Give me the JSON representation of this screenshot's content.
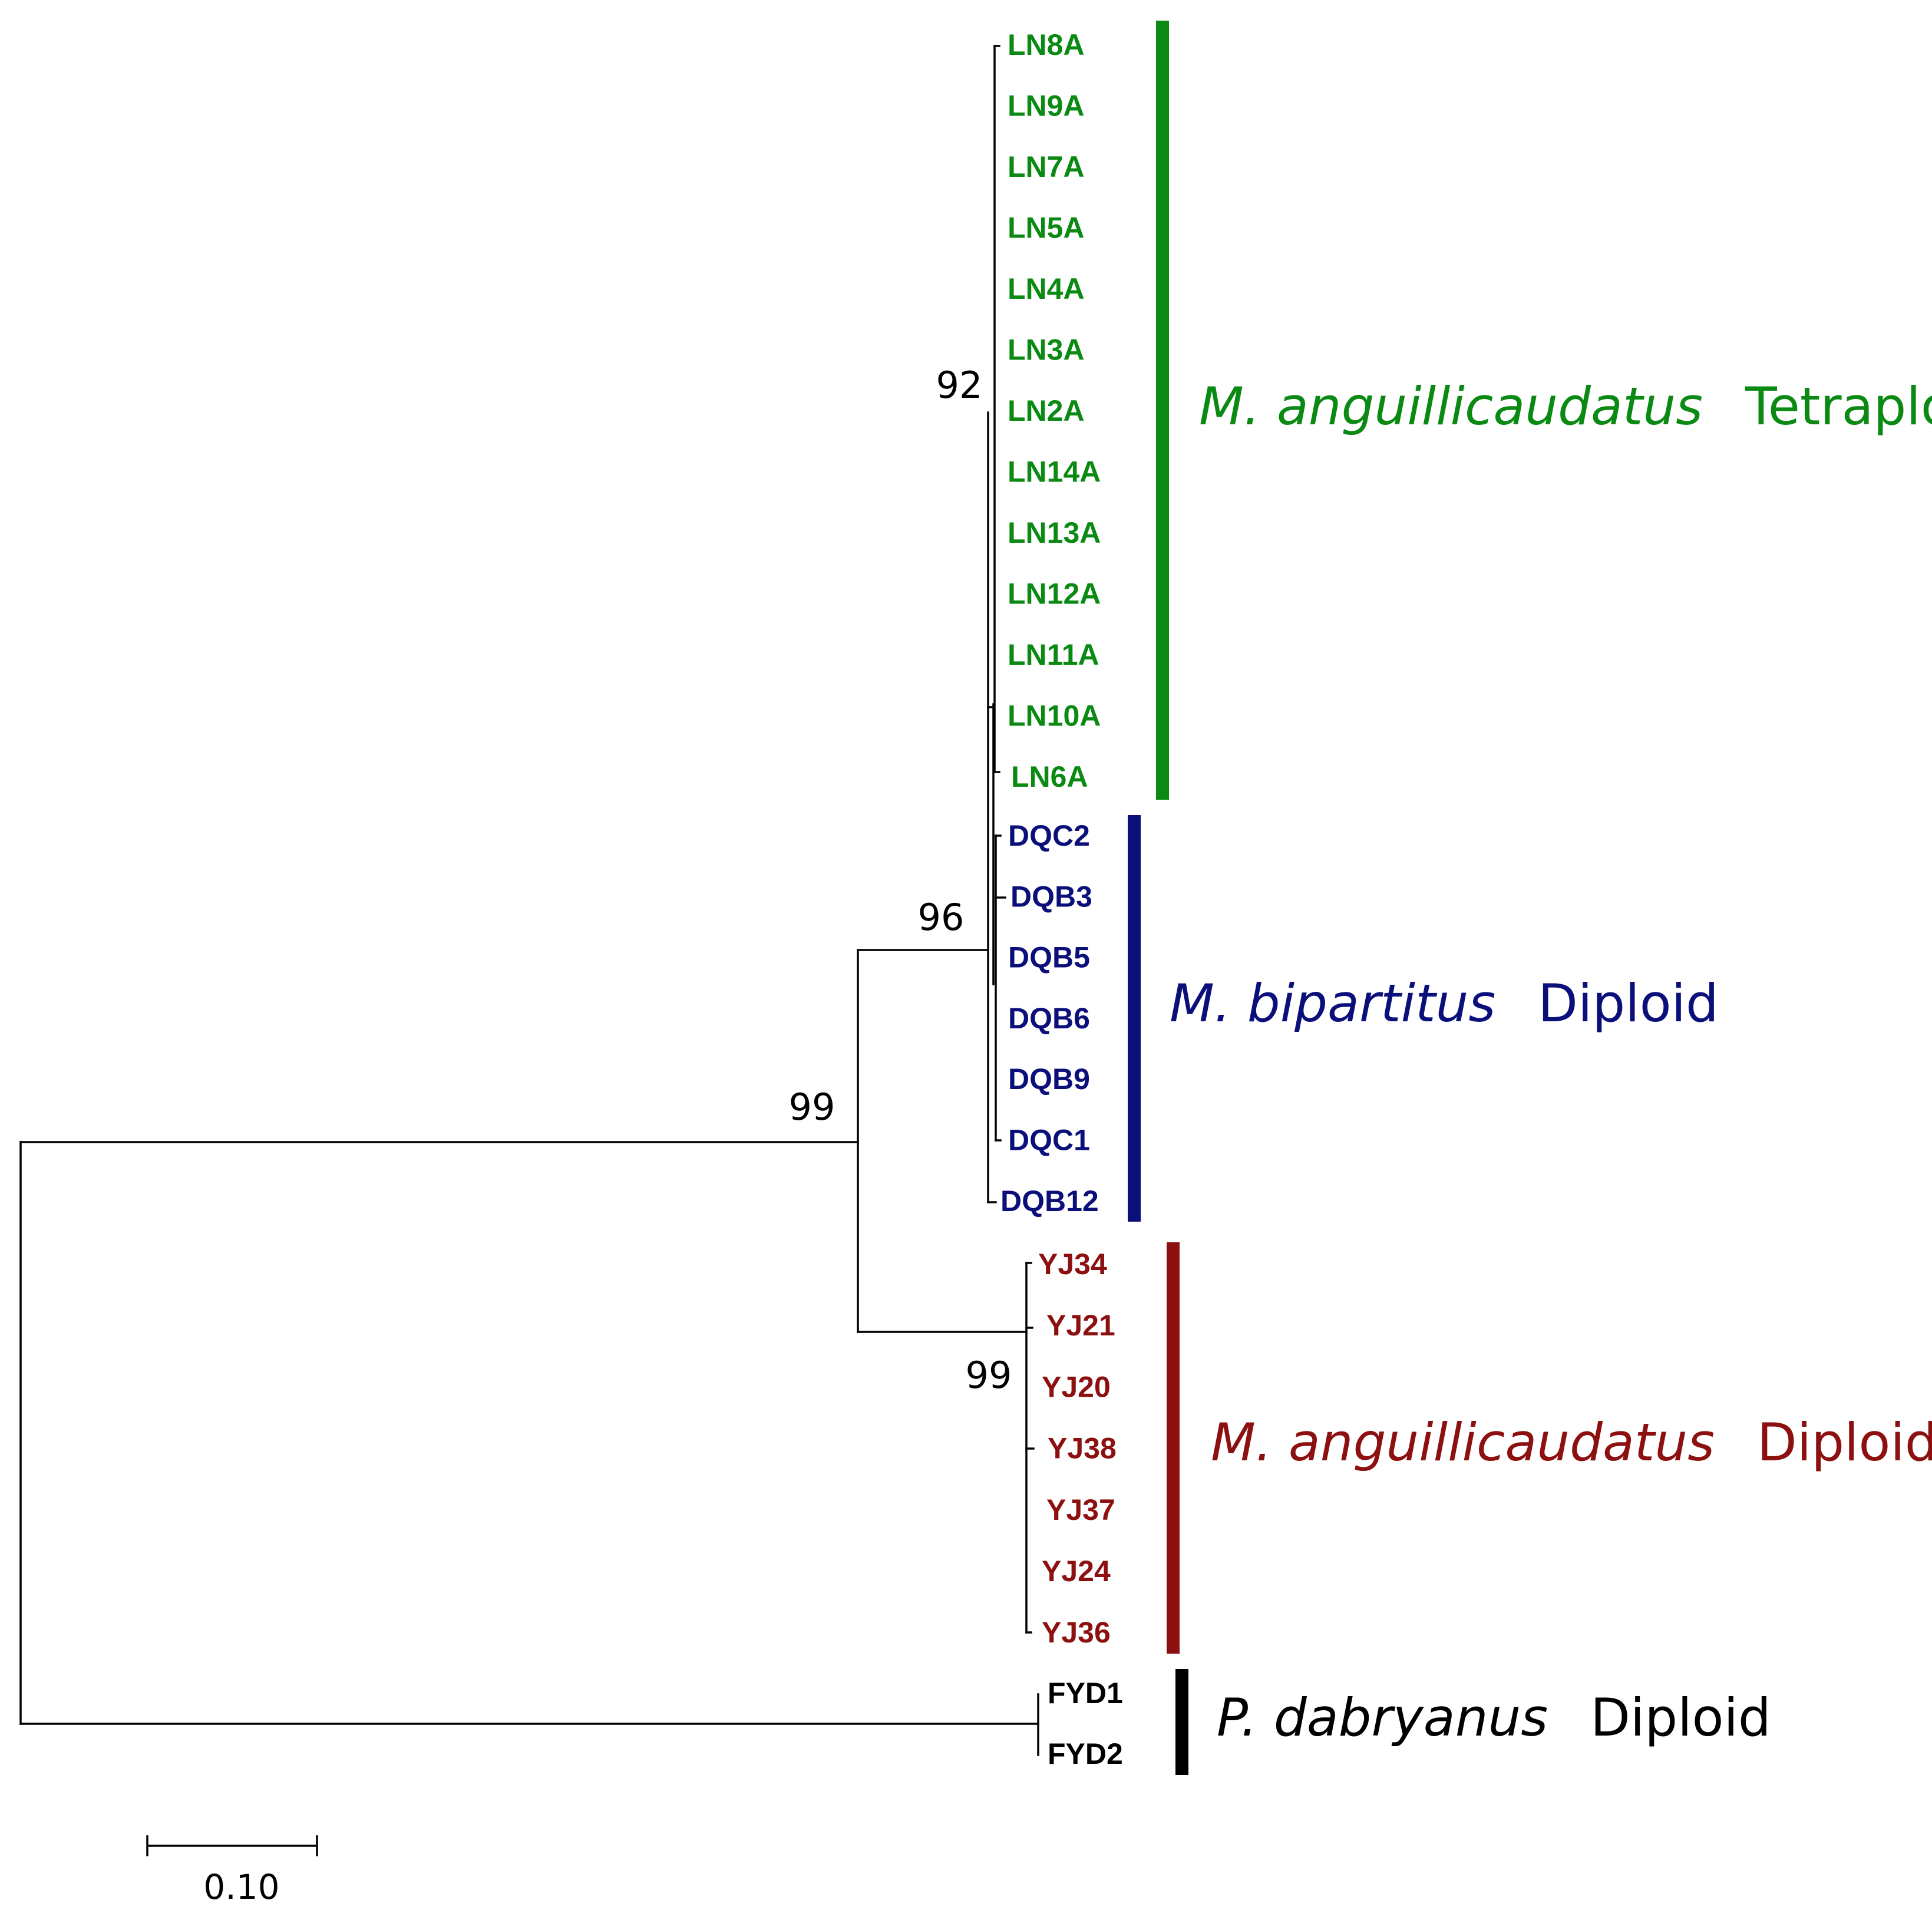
{
  "colors": {
    "tetraploid": "#0a8a12",
    "bipartitus": "#0b0f7a",
    "diploid_ang": "#8c1010",
    "outgroup": "#000000",
    "branch": "#000000"
  },
  "tips": {
    "tetraploid": [
      "LN8A",
      "LN9A",
      "LN7A",
      "LN5A",
      "LN4A",
      "LN3A",
      "LN2A",
      "LN14A",
      "LN13A",
      "LN12A",
      "LN11A",
      "LN10A",
      "LN6A"
    ],
    "bipartitus": [
      "DQC2",
      "DQB3",
      "DQB5",
      "DQB6",
      "DQB9",
      "DQC1",
      "DQB12"
    ],
    "diploid_ang": [
      "YJ34",
      "YJ21",
      "YJ20",
      "YJ38",
      "YJ37",
      "YJ24",
      "YJ36"
    ],
    "outgroup": [
      "FYD1",
      "FYD2"
    ]
  },
  "bootstrap": {
    "tetraploid_node": "92",
    "anguillicaudatus_bipartitus_node": "96",
    "ingroup_node": "99",
    "diploid_node": "99"
  },
  "clades": {
    "tetraploid": {
      "species": "M. anguillicaudatus",
      "ploidy": "Tetraploid"
    },
    "bipartitus": {
      "species": "M. bipartitus",
      "ploidy": "Diploid"
    },
    "diploid_ang": {
      "species": "M. anguillicaudatus",
      "ploidy": "Diploid"
    },
    "outgroup": {
      "species": "P. dabryanus",
      "ploidy": "Diploid"
    }
  },
  "scale_bar": {
    "label": "0.10"
  }
}
